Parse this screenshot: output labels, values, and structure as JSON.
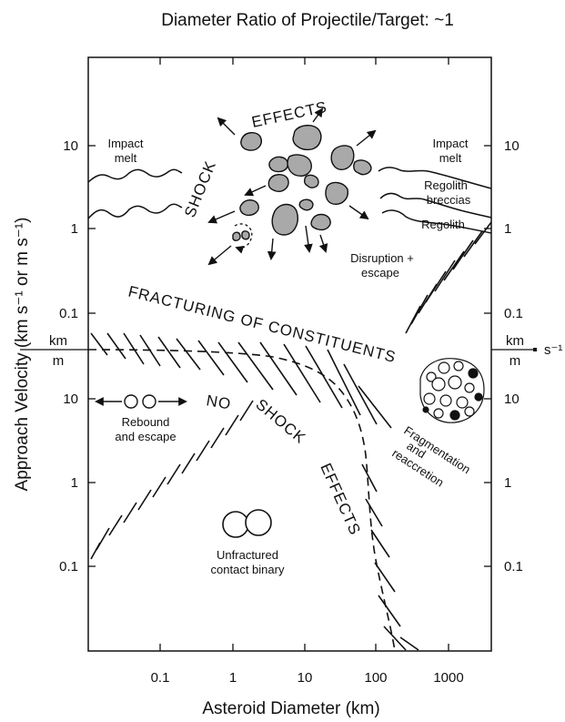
{
  "title": "Diameter Ratio of Projectile/Target:  ~1",
  "x_axis": {
    "label": "Asteroid Diameter (km)",
    "ticks": [
      "0.1",
      "1",
      "10",
      "100",
      "1000"
    ]
  },
  "y_axis": {
    "label": "Approach Velocity (km s⁻¹ or m s⁻¹)"
  },
  "left_ticks": [
    "10",
    "1",
    "0.1",
    "10",
    "1",
    "0.1"
  ],
  "right_ticks": [
    "10",
    "1",
    "0.1",
    "10",
    "1",
    "0.1"
  ],
  "unit_markers": {
    "upper": "km",
    "lower": "m",
    "suffix": "s⁻¹"
  },
  "regions": {
    "shock_effects_a": "SHOCK",
    "shock_effects_b": "EFFECTS",
    "fracturing": "FRACTURING OF CONSTITUENTS",
    "no_shock_a": "NO",
    "no_shock_b": "SHOCK",
    "no_shock_c": "EFFECTS"
  },
  "labels": {
    "impact_melt_left_1": "Impact",
    "impact_melt_left_2": "melt",
    "impact_melt_right_1": "Impact",
    "impact_melt_right_2": "melt",
    "regolith_breccias_1": "Regolith",
    "regolith_breccias_2": "breccias",
    "regolith": "Regolith",
    "disruption_1": "Disruption +",
    "disruption_2": "escape",
    "rebound_1": "Rebound",
    "rebound_2": "and escape",
    "fragmentation_1": "Fragmentation",
    "fragmentation_2": "and",
    "fragmentation_3": "reaccretion",
    "binary_1": "Unfractured",
    "binary_2": "contact binary"
  }
}
